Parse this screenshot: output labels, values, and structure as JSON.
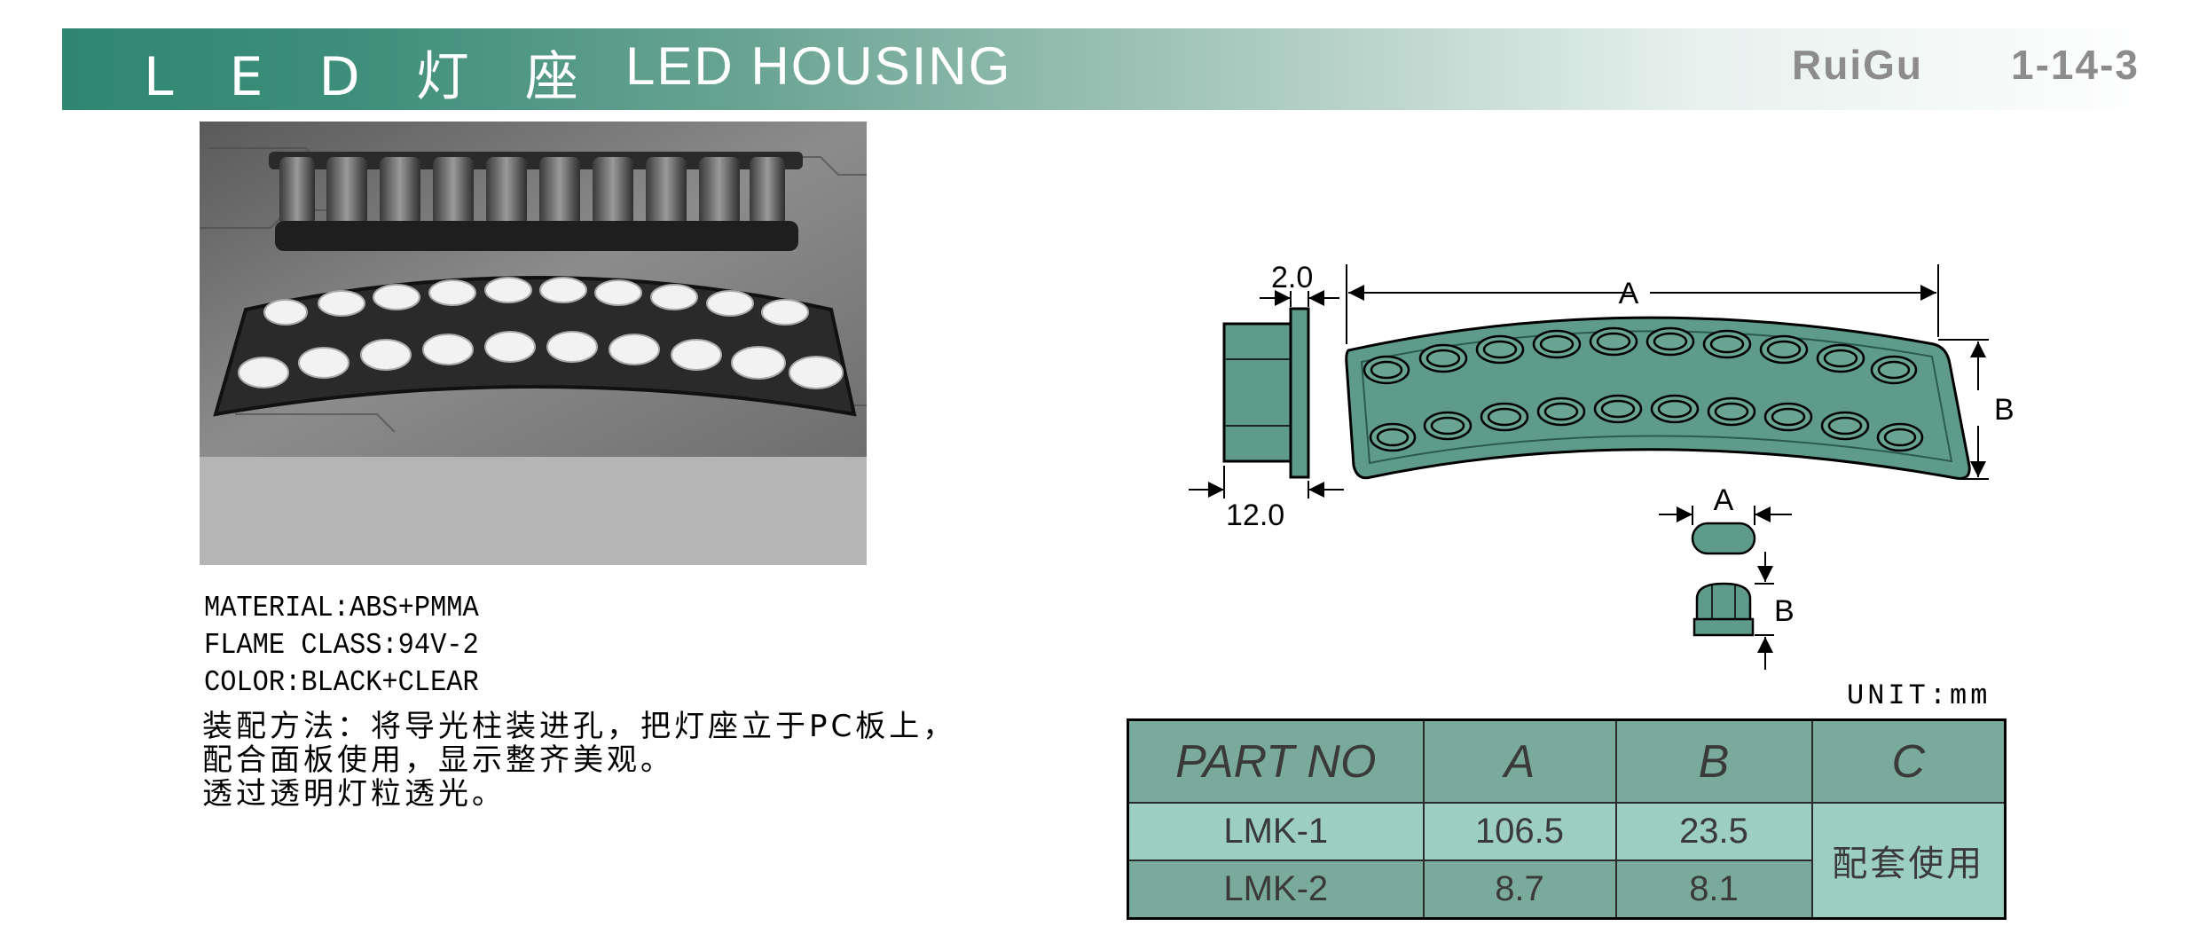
{
  "header": {
    "title_cn": "L E D 灯 座",
    "title_en": "LED HOUSING",
    "brand": "RuiGu",
    "page_number": "1-14-3"
  },
  "specs": {
    "material": "MATERIAL:ABS+PMMA",
    "flame_class": "FLAME CLASS:94V-2",
    "color": "COLOR:BLACK+CLEAR"
  },
  "notes": [
    "装配方法：将导光柱装进孔，把灯座立于PC板上，",
    "配合面板使用，显示整齐美观。",
    "透过透明灯粒透光。"
  ],
  "drawing": {
    "dim_thickness": "2.0",
    "dim_depth": "12.0",
    "dim_length": "A",
    "dim_height": "B",
    "lens_width": "A",
    "lens_height": "B",
    "body_color": "#5f9b8a"
  },
  "table": {
    "unit": "UNIT:mm",
    "headers": [
      "PART NO",
      "A",
      "B",
      "C"
    ],
    "rows": [
      {
        "part": "LMK-1",
        "a": "106.5",
        "b": "23.5"
      },
      {
        "part": "LMK-2",
        "a": "8.7",
        "b": "8.1"
      }
    ],
    "c_value": "配套使用"
  }
}
